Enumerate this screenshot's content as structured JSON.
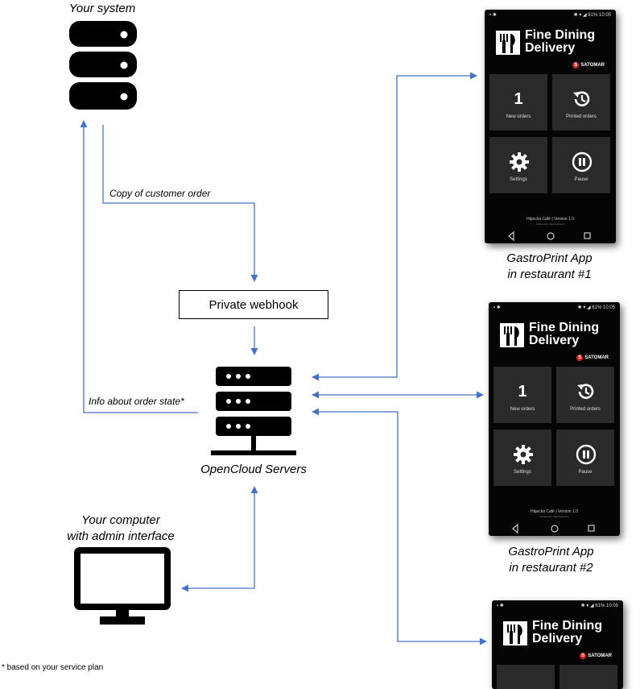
{
  "labels": {
    "your_system": "Your system",
    "copy_order": "Copy of customer order",
    "webhook": "Private webhook",
    "info_state": "Info about order state*",
    "servers": "OpenCloud Servers",
    "computer_line1": "Your computer",
    "computer_line2": "with admin interface",
    "footnote": "* based on your service plan",
    "app1_line1": "GastroPrint App",
    "app1_line2": "in restaurant #1",
    "app2_line1": "GastroPrint App",
    "app2_line2": "in restaurant #2"
  },
  "phone": {
    "status_time": "10:05",
    "status_battery": "61%",
    "brand_line1": "Fine Dining",
    "brand_line2": "Delivery",
    "partner_logo": "SATOMAR",
    "tile_new_count": "1",
    "tile_new_label": "New orders",
    "tile_printed_label": "Printed orders",
    "tile_settings_label": "Settings",
    "tile_pause_label": "Pause",
    "footer_main": "Hájecká Café | Version 1.0",
    "footer_sub": "Powered by OpenCloud.cz"
  },
  "colors": {
    "arrow": "#4472C4"
  },
  "icons": [
    "database-icon",
    "server-icon",
    "monitor-icon",
    "history-icon",
    "gear-icon",
    "pause-icon",
    "restaurant-logo-icon"
  ]
}
